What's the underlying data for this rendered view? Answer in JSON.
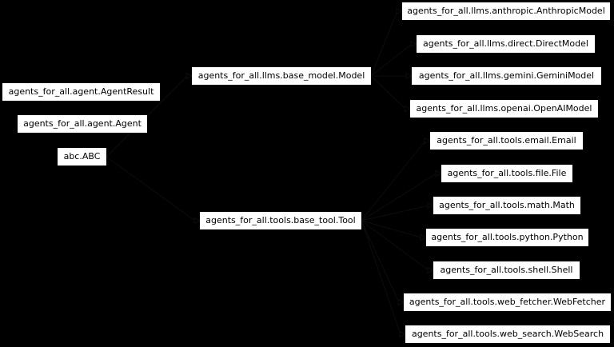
{
  "diagram": {
    "type": "inheritance-diagram",
    "background_color": "#000000",
    "node_fill_color": "#ffffff",
    "node_text_color": "#000000",
    "edge_color": "#0d0d0d",
    "nodes": [
      {
        "id": "agent_result",
        "label": "agents_for_all.agent.AgentResult"
      },
      {
        "id": "agent",
        "label": "agents_for_all.agent.Agent"
      },
      {
        "id": "abc_abc",
        "label": "abc.ABC"
      },
      {
        "id": "model",
        "label": "agents_for_all.llms.base_model.Model"
      },
      {
        "id": "tool",
        "label": "agents_for_all.tools.base_tool.Tool"
      },
      {
        "id": "anthropic",
        "label": "agents_for_all.llms.anthropic.AnthropicModel"
      },
      {
        "id": "direct",
        "label": "agents_for_all.llms.direct.DirectModel"
      },
      {
        "id": "gemini",
        "label": "agents_for_all.llms.gemini.GeminiModel"
      },
      {
        "id": "openai",
        "label": "agents_for_all.llms.openai.OpenAIModel"
      },
      {
        "id": "email",
        "label": "agents_for_all.tools.email.Email"
      },
      {
        "id": "file",
        "label": "agents_for_all.tools.file.File"
      },
      {
        "id": "math",
        "label": "agents_for_all.tools.math.Math"
      },
      {
        "id": "python",
        "label": "agents_for_all.tools.python.Python"
      },
      {
        "id": "shell",
        "label": "agents_for_all.tools.shell.Shell"
      },
      {
        "id": "web_fetcher",
        "label": "agents_for_all.tools.web_fetcher.WebFetcher"
      },
      {
        "id": "web_search",
        "label": "agents_for_all.tools.web_search.WebSearch"
      }
    ],
    "edges": [
      {
        "from": "abc_abc",
        "to": "model"
      },
      {
        "from": "abc_abc",
        "to": "tool"
      },
      {
        "from": "model",
        "to": "anthropic"
      },
      {
        "from": "model",
        "to": "direct"
      },
      {
        "from": "model",
        "to": "gemini"
      },
      {
        "from": "model",
        "to": "openai"
      },
      {
        "from": "tool",
        "to": "email"
      },
      {
        "from": "tool",
        "to": "file"
      },
      {
        "from": "tool",
        "to": "math"
      },
      {
        "from": "tool",
        "to": "python"
      },
      {
        "from": "tool",
        "to": "shell"
      },
      {
        "from": "tool",
        "to": "web_fetcher"
      },
      {
        "from": "tool",
        "to": "web_search"
      }
    ]
  }
}
